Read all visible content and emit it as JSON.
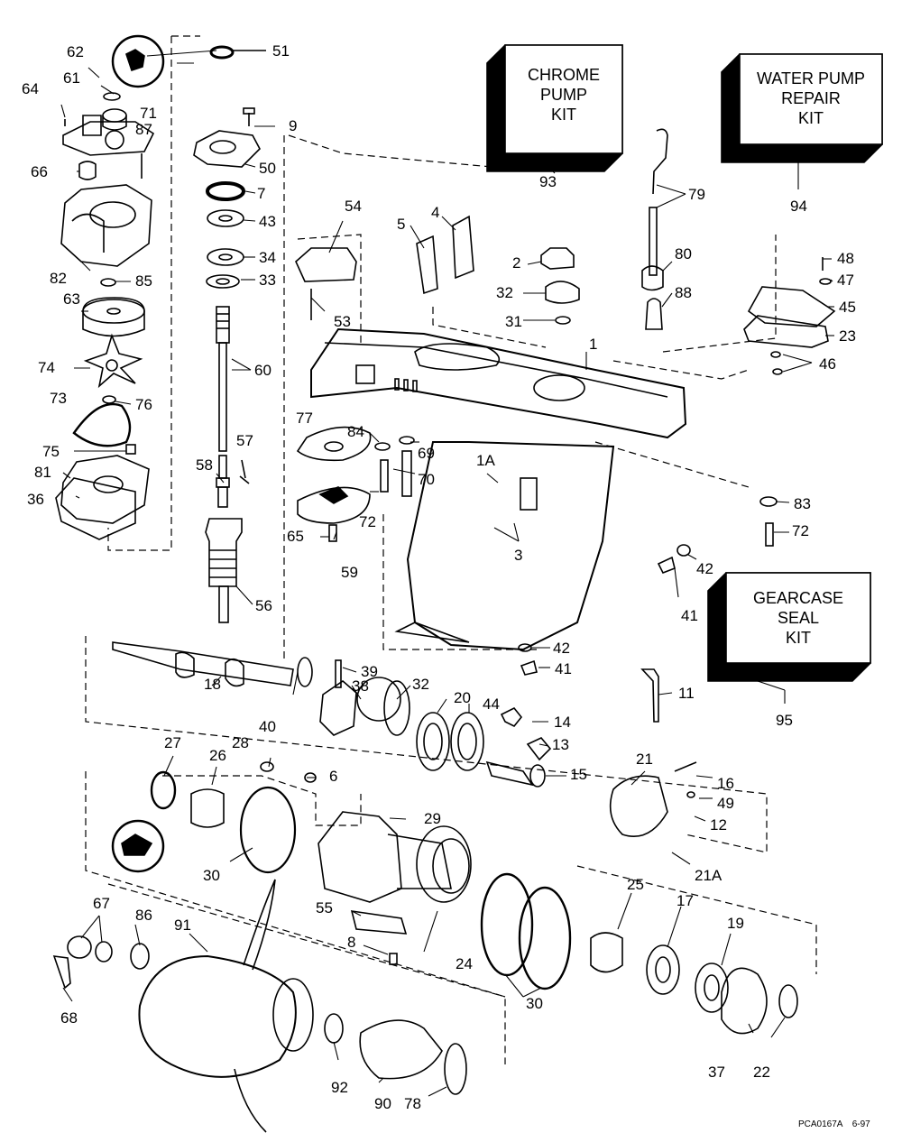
{
  "kits": {
    "chrome_pump": {
      "lines": [
        "CHROME",
        "PUMP",
        "KIT"
      ],
      "number": "93"
    },
    "water_pump_repair": {
      "lines": [
        "WATER PUMP",
        "REPAIR",
        "KIT"
      ],
      "number": "94"
    },
    "gearcase_seal": {
      "lines": [
        "GEARCASE",
        "SEAL",
        "KIT"
      ],
      "number": "95"
    }
  },
  "part_numbers": {
    "p1": "1",
    "p1a": "1A",
    "p2": "2",
    "p3": "3",
    "p4": "4",
    "p5": "5",
    "p6": "6",
    "p7": "7",
    "p8": "8",
    "p9": "9",
    "p11": "11",
    "p12": "12",
    "p13": "13",
    "p14": "14",
    "p15": "15",
    "p16": "16",
    "p17": "17",
    "p18": "18",
    "p19": "19",
    "p20": "20",
    "p21": "21",
    "p21a": "21A",
    "p22": "22",
    "p23": "23",
    "p24": "24",
    "p25": "25",
    "p26": "26",
    "p27": "27",
    "p28": "28",
    "p29": "29",
    "p30a": "30",
    "p30b": "30",
    "p31": "31",
    "p32a": "32",
    "p32b": "32",
    "p33": "33",
    "p34": "34",
    "p36": "36",
    "p37": "37",
    "p38": "38",
    "p39": "39",
    "p40": "40",
    "p41a": "41",
    "p41b": "41",
    "p42a": "42",
    "p42b": "42",
    "p43": "43",
    "p44": "44",
    "p45": "45",
    "p46": "46",
    "p47": "47",
    "p48": "48",
    "p49": "49",
    "p50": "50",
    "p51": "51",
    "p53": "53",
    "p54": "54",
    "p55": "55",
    "p56": "56",
    "p57": "57",
    "p58": "58",
    "p59": "59",
    "p60": "60",
    "p61": "61",
    "p62": "62",
    "p63": "63",
    "p64": "64",
    "p65": "65",
    "p66": "66",
    "p67": "67",
    "p68": "68",
    "p69": "69",
    "p70": "70",
    "p71": "71",
    "p72a": "72",
    "p72b": "72",
    "p73": "73",
    "p74": "74",
    "p75": "75",
    "p76": "76",
    "p77": "77",
    "p78": "78",
    "p79": "79",
    "p80": "80",
    "p81": "81",
    "p82": "82",
    "p83": "83",
    "p84": "84",
    "p85": "85",
    "p86": "86",
    "p87": "87",
    "p88": "88",
    "p90": "90",
    "p91": "91",
    "p92": "92"
  },
  "footer": {
    "code": "PCA0167A",
    "date": "6-97"
  }
}
